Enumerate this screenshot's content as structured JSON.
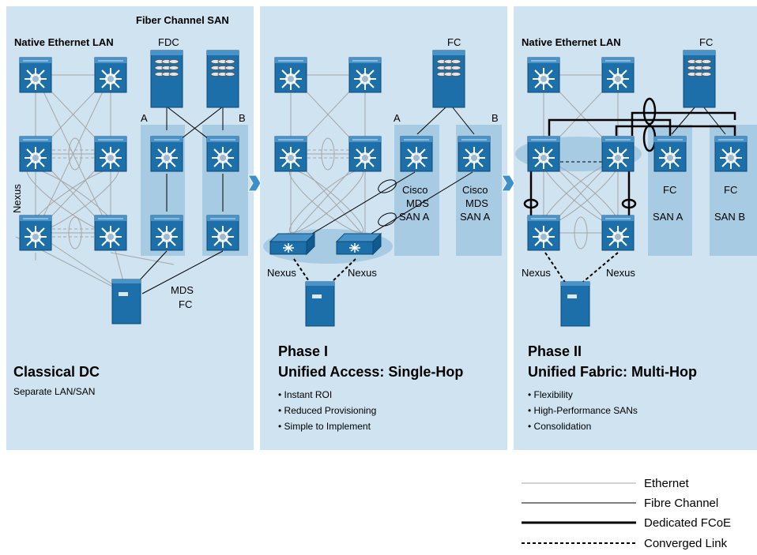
{
  "panels": [
    {
      "heading": "Classical DC",
      "subtitle": "Separate LAN/SAN",
      "label_lan": "Native Ethernet LAN",
      "label_san_top": "Fiber Channel SAN",
      "label_fdc": "FDC",
      "label_a": "A",
      "label_b": "B",
      "label_nexus": "Nexus",
      "label_mds": "MDS",
      "label_fc": "FC"
    },
    {
      "heading_line1": "Phase I",
      "heading_line2": "Unified Access: Single-Hop",
      "bullets": [
        "• Instant ROI",
        "• Reduced Provisioning",
        "• Simple to Implement"
      ],
      "label_fc": "FC",
      "label_a": "A",
      "label_b": "B",
      "cisco_a": [
        "Cisco",
        "MDS",
        "SAN A"
      ],
      "cisco_b": [
        "Cisco",
        "MDS",
        "SAN A"
      ],
      "nexus_left": "Nexus",
      "nexus_right": "Nexus"
    },
    {
      "heading_line1": "Phase II",
      "heading_line2": "Unified Fabric: Multi-Hop",
      "bullets": [
        "• Flexibility",
        "• High-Performance SANs",
        "• Consolidation"
      ],
      "label_lan": "Native Ethernet LAN",
      "label_fc": "FC",
      "fc_a": "FC",
      "fc_b": "FC",
      "san_a": "SAN A",
      "san_b": "SAN B",
      "nexus_left": "Nexus",
      "nexus_right": "Nexus"
    }
  ],
  "legend": [
    {
      "label": "Ethernet",
      "style": "ethernet"
    },
    {
      "label": "Fibre Channel",
      "style": "fc"
    },
    {
      "label": "Dedicated FCoE",
      "style": "fcoe"
    },
    {
      "label": "Converged Link",
      "style": "converged"
    }
  ],
  "colors": {
    "panel_bg": "#cfe3f1",
    "band": "#a7cbe3",
    "device": "#1c6fa8",
    "ethernet_line": "#a6a6a6",
    "arrow": "#3d8fc9"
  }
}
